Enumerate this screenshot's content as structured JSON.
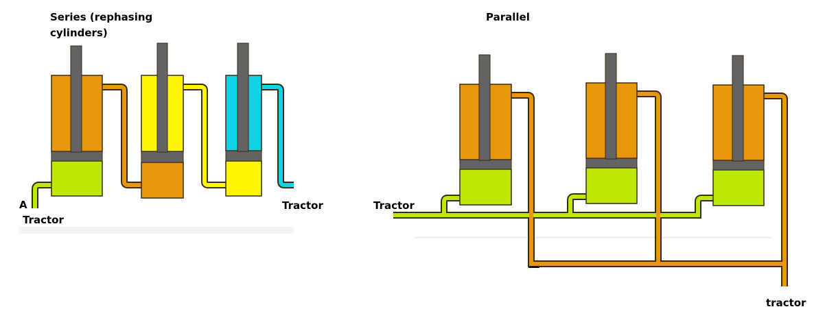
{
  "colors": {
    "orange": "#E8960A",
    "yellow": "#FFF700",
    "cyan": "#10D4E6",
    "green": "#BEE806",
    "rod": "#636363",
    "outline": "#3a2a10"
  },
  "series": {
    "title_line1": "Series (rephasing",
    "title_line2": "cylinders)",
    "port_label": "A",
    "inlet_label": "Tractor",
    "outlet_label": "Tractor",
    "cylinders": [
      {
        "name": "cylinder-1",
        "upper_fluid": "orange",
        "lower_fluid": "green"
      },
      {
        "name": "cylinder-2",
        "upper_fluid": "yellow",
        "lower_fluid": "orange"
      },
      {
        "name": "cylinder-3",
        "upper_fluid": "cyan",
        "lower_fluid": "yellow"
      }
    ]
  },
  "parallel": {
    "title": "Parallel",
    "inlet_label": "Tractor",
    "return_label": "tractor",
    "cylinders": [
      {
        "name": "cylinder-1",
        "upper_fluid": "orange",
        "lower_fluid": "green"
      },
      {
        "name": "cylinder-2",
        "upper_fluid": "orange",
        "lower_fluid": "green"
      },
      {
        "name": "cylinder-3",
        "upper_fluid": "orange",
        "lower_fluid": "green"
      }
    ]
  }
}
